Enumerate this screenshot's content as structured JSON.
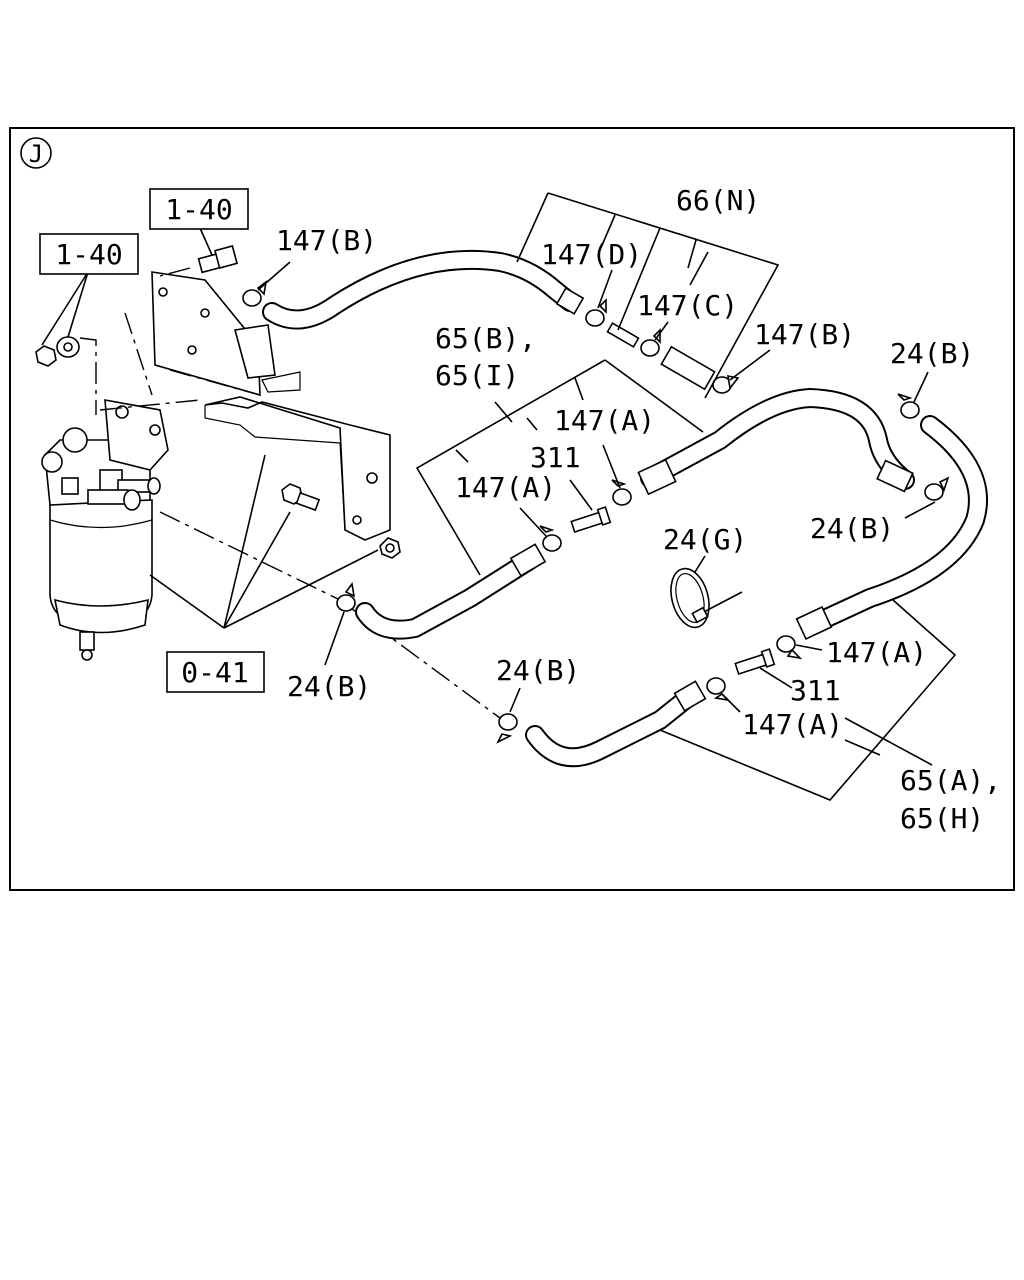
{
  "view_marker": "J",
  "labels": {
    "ref_box_1": "1-40",
    "ref_box_2": "1-40",
    "ref_box_3": "0-41",
    "hose_66N": "66(N)",
    "clamp_147D": "147(D)",
    "clamp_147C": "147(C)",
    "clamp_147B_left": "147(B)",
    "clamp_147B_right": "147(B)",
    "hose_65B": "65(B),",
    "hose_65I": "65(I)",
    "clamp_147A_upper": "147(A)",
    "joint_311_upper": "311",
    "clamp_147A_mid": "147(A)",
    "clamp_24B_top_right": "24(B)",
    "clamp_24B_right": "24(B)",
    "band_24G": "24(G)",
    "clamp_24B_left": "24(B)",
    "clamp_24B_bottom": "24(B)",
    "clamp_147A_lower_right": "147(A)",
    "joint_311_lower": "311",
    "clamp_147A_lower": "147(A)",
    "hose_65A": "65(A),",
    "hose_65H": "65(H)"
  }
}
